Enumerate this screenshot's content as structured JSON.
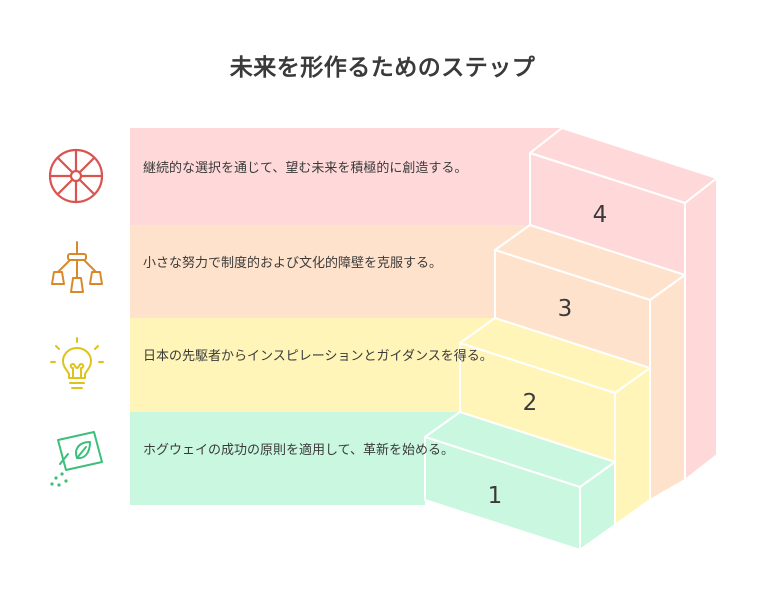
{
  "title": "未来を形作るためのステップ",
  "steps": [
    {
      "number": "4",
      "text": "継続的な選択を通じて、望む未来を積極的に創造する。",
      "icon": "ship-wheel-icon",
      "color": "#ffd9d9",
      "icon_color": "#d9534f"
    },
    {
      "number": "3",
      "text": "小さな努力で制度的および文化的障壁を克服する。",
      "icon": "ceiling-lamp-icon",
      "color": "#ffe2cc",
      "icon_color": "#d9892b"
    },
    {
      "number": "2",
      "text": "日本の先駆者からインスピレーションとガイダンスを得る。",
      "icon": "lightbulb-icon",
      "color": "#fff5b8",
      "icon_color": "#e0c31a"
    },
    {
      "number": "1",
      "text": "ホグウェイの成功の原則を適用して、革新を始める。",
      "icon": "seed-packet-icon",
      "color": "#c9f7e0",
      "icon_color": "#3bbf7a"
    }
  ]
}
